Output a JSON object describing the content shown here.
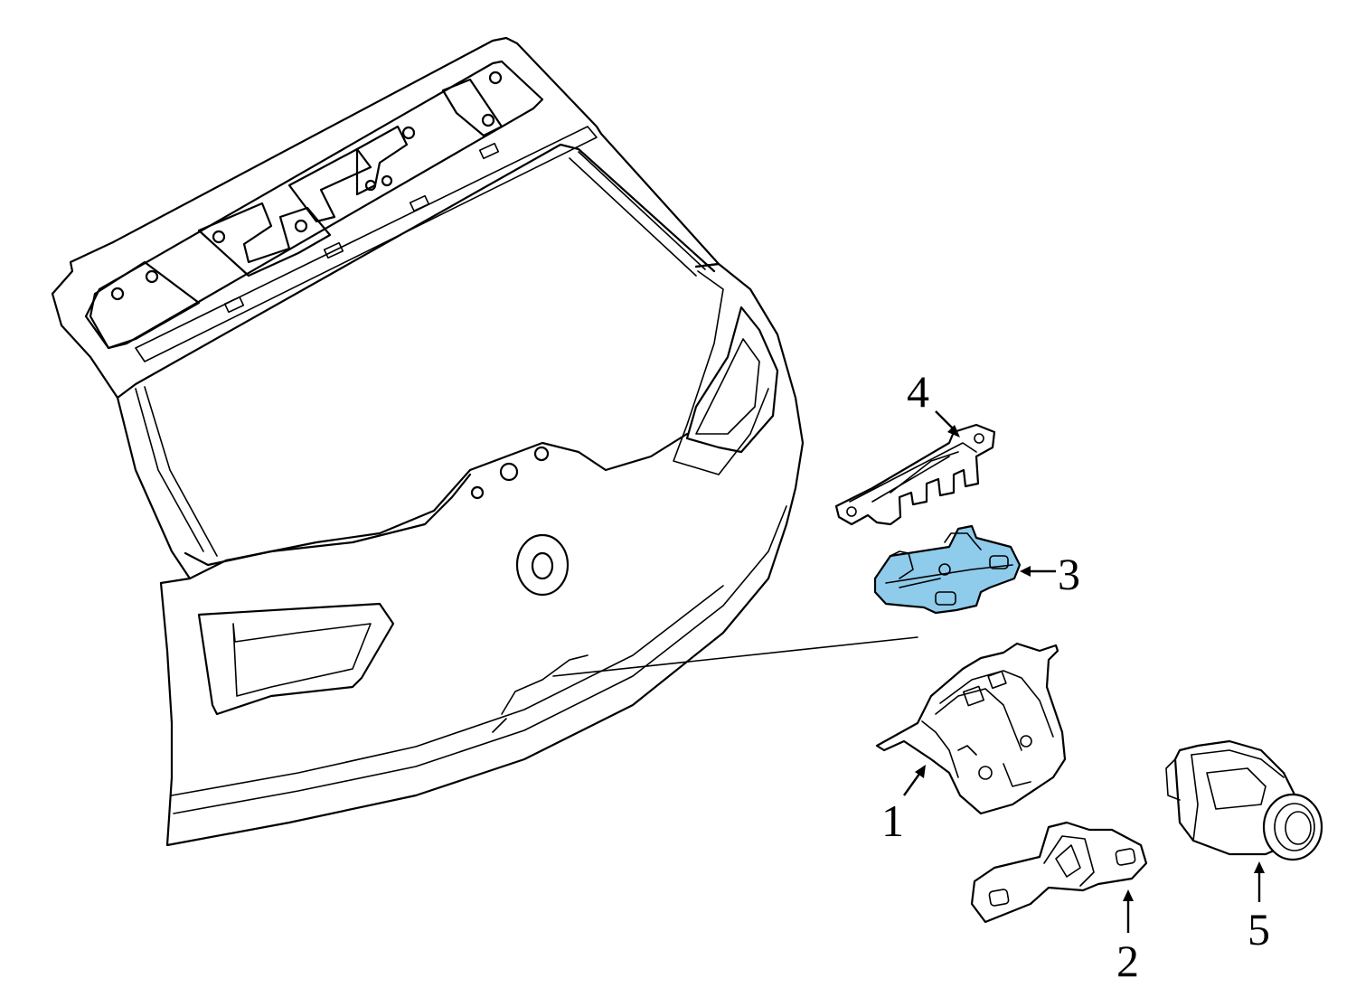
{
  "colors": {
    "highlight": "#8fcbeb",
    "line": "#000000",
    "background": "#ffffff"
  },
  "callouts": [
    {
      "id": "1",
      "label": "1",
      "part": "liftgate-latch"
    },
    {
      "id": "2",
      "label": "2",
      "part": "striker-bracket"
    },
    {
      "id": "3",
      "label": "3",
      "part": "release-switch-highlighted"
    },
    {
      "id": "4",
      "label": "4",
      "part": "handle-bracket"
    },
    {
      "id": "5",
      "label": "5",
      "part": "rear-camera"
    }
  ]
}
